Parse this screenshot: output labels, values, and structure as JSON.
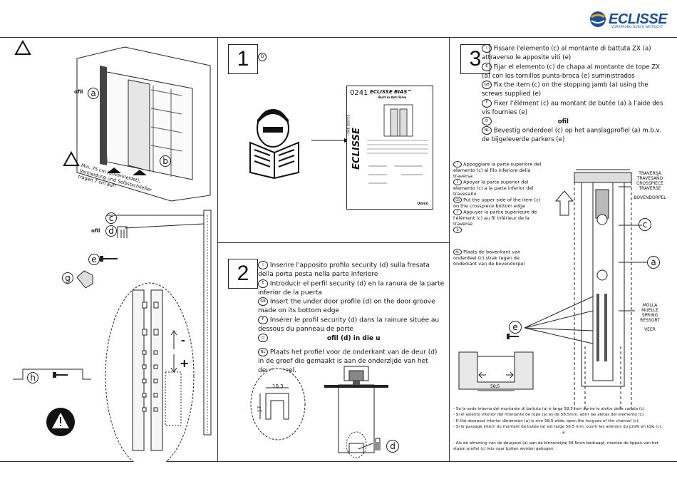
{
  "brand": {
    "name": "ECLISSE",
    "tagline": "VORSPRUNG DURCH WEITSICHT",
    "color": "#1a4d9c"
  },
  "panel_left": {
    "ofil_label": "ofil",
    "letter_a": "a",
    "letter_b": "b",
    "letter_c": "c",
    "letter_d": "d",
    "letter_e": "e",
    "letter_g": "g",
    "letter_h": "h",
    "note_lines": [
      "Min. 75 cm (unverkleidet),",
      "Verkleidung und Selbstschließer",
      "tragen 7 cm auf!"
    ],
    "minus": "-",
    "plus": "+"
  },
  "step1": {
    "number": "1",
    "lang_icon": "D",
    "booklet": {
      "code": "0241",
      "title": "ECLISSE BIAS™",
      "subtitle": "Built in Anti Slam",
      "spine": "ECLISSE BIAS™",
      "brand_vertical": "ECLISSE",
      "footer": "Unico"
    }
  },
  "step2": {
    "number": "2",
    "lines": [
      {
        "lang": "I",
        "text": "Inserire l'apposito profilo security (d) sulla fresata della porta posta nella parte inferiore"
      },
      {
        "lang": "E",
        "text": "Introducir el perfil security (d) en la ranura de la parte inferior de la puerta"
      },
      {
        "lang": "GB",
        "text": "Insert the under door profile (d) on the door groove made on its bottom edge"
      },
      {
        "lang": "F",
        "text": "Insérer le profil security (d) dans la rainure située au dessous du panneau de porte"
      },
      {
        "lang": "D",
        "text": "ofil (d) in die u"
      },
      {
        "lang": "NL",
        "text": "Plaats het profiel voor de onderkant van de deur (d) in de groef die gemaakt is aan de onderzijde van het deurpaneel."
      }
    ],
    "dim_width": "10,3",
    "dim_height": "17",
    "letter_d": "d"
  },
  "step3": {
    "number": "3",
    "lines": [
      {
        "lang": "I",
        "text": "Fissare l'elemento (c) al montante di battuta ZX (a) attraverso le apposite viti (e)"
      },
      {
        "lang": "E",
        "text": "Fijar el elemento (c) de chapa al montante de tope ZX (a) con los tornillos punta-broca (e) suministrados"
      },
      {
        "lang": "GB",
        "text": "Fix the item (c) on the stopping jamb (a) using the screws supplied (e)"
      },
      {
        "lang": "F",
        "text": "Fixer l'élément (c) au montant de butée (a) à l'aide des vis fournies (e)"
      },
      {
        "lang": "D",
        "text": "ofil"
      },
      {
        "lang": "NL",
        "text": "Bevestig onderdeel (c) op het aanslagprofiel (a) m.b.v. de bijgeleverde parkers (e)"
      }
    ],
    "small_lines": [
      {
        "lang": "I",
        "text": "Appoggiare la parte superiore del elemento (c) al filo inferiore della traversa"
      },
      {
        "lang": "E",
        "text": "Apoyar la parte superior del elemento (c) a la parte inferior del travesaño"
      },
      {
        "lang": "GB",
        "text": "Put the upper side of the item (c) on the crosspiece bottom edge"
      },
      {
        "lang": "F",
        "text": "Appuyer la partie supérieure de l'élément (c) au fil inférieur de la traverse"
      },
      {
        "lang": "D",
        "text": ""
      },
      {
        "lang": "NL",
        "text": "Plaats de bovenkant van onderdeel (c) strak tegen de onderkant van de bovendorpel"
      }
    ],
    "label_traversa": [
      "TRAVERSA",
      "TRAVESAÑO",
      "CROSSPIECE",
      "TRAVERSE",
      "",
      "BOVENDORPEL"
    ],
    "label_molla": [
      "MOLLA",
      "MUELLE",
      "SPRING",
      "RESSORT",
      "",
      "VEER"
    ],
    "dim_585": "58,5",
    "footnotes": [
      "- Se la sede interna del montante di battuta (a) è larga 58,5 mm aprire le alette della canala (c).",
      "- Si el asiento interior del montante de tope (a) es de 58,5mm, abrir las aletas del elemento (c).",
      "- If the doorpost interior dimension (a) is mm 58,5 wide, open the tongues of the channel (c).",
      "- Si le passage intern du montant de butée (a) est large 58,5 mm, ouvrir les ailerons du profil en tôle (c).",
      "- fi",
      "- Als de afmeting van de deurpost (a) aan de binnenzijde 58,5mm bedraagt, moeten de lippen van het stalen profiel (c) iets naar buiten worden gebogen."
    ],
    "letter_a": "a",
    "letter_c": "c",
    "letter_e": "e"
  }
}
